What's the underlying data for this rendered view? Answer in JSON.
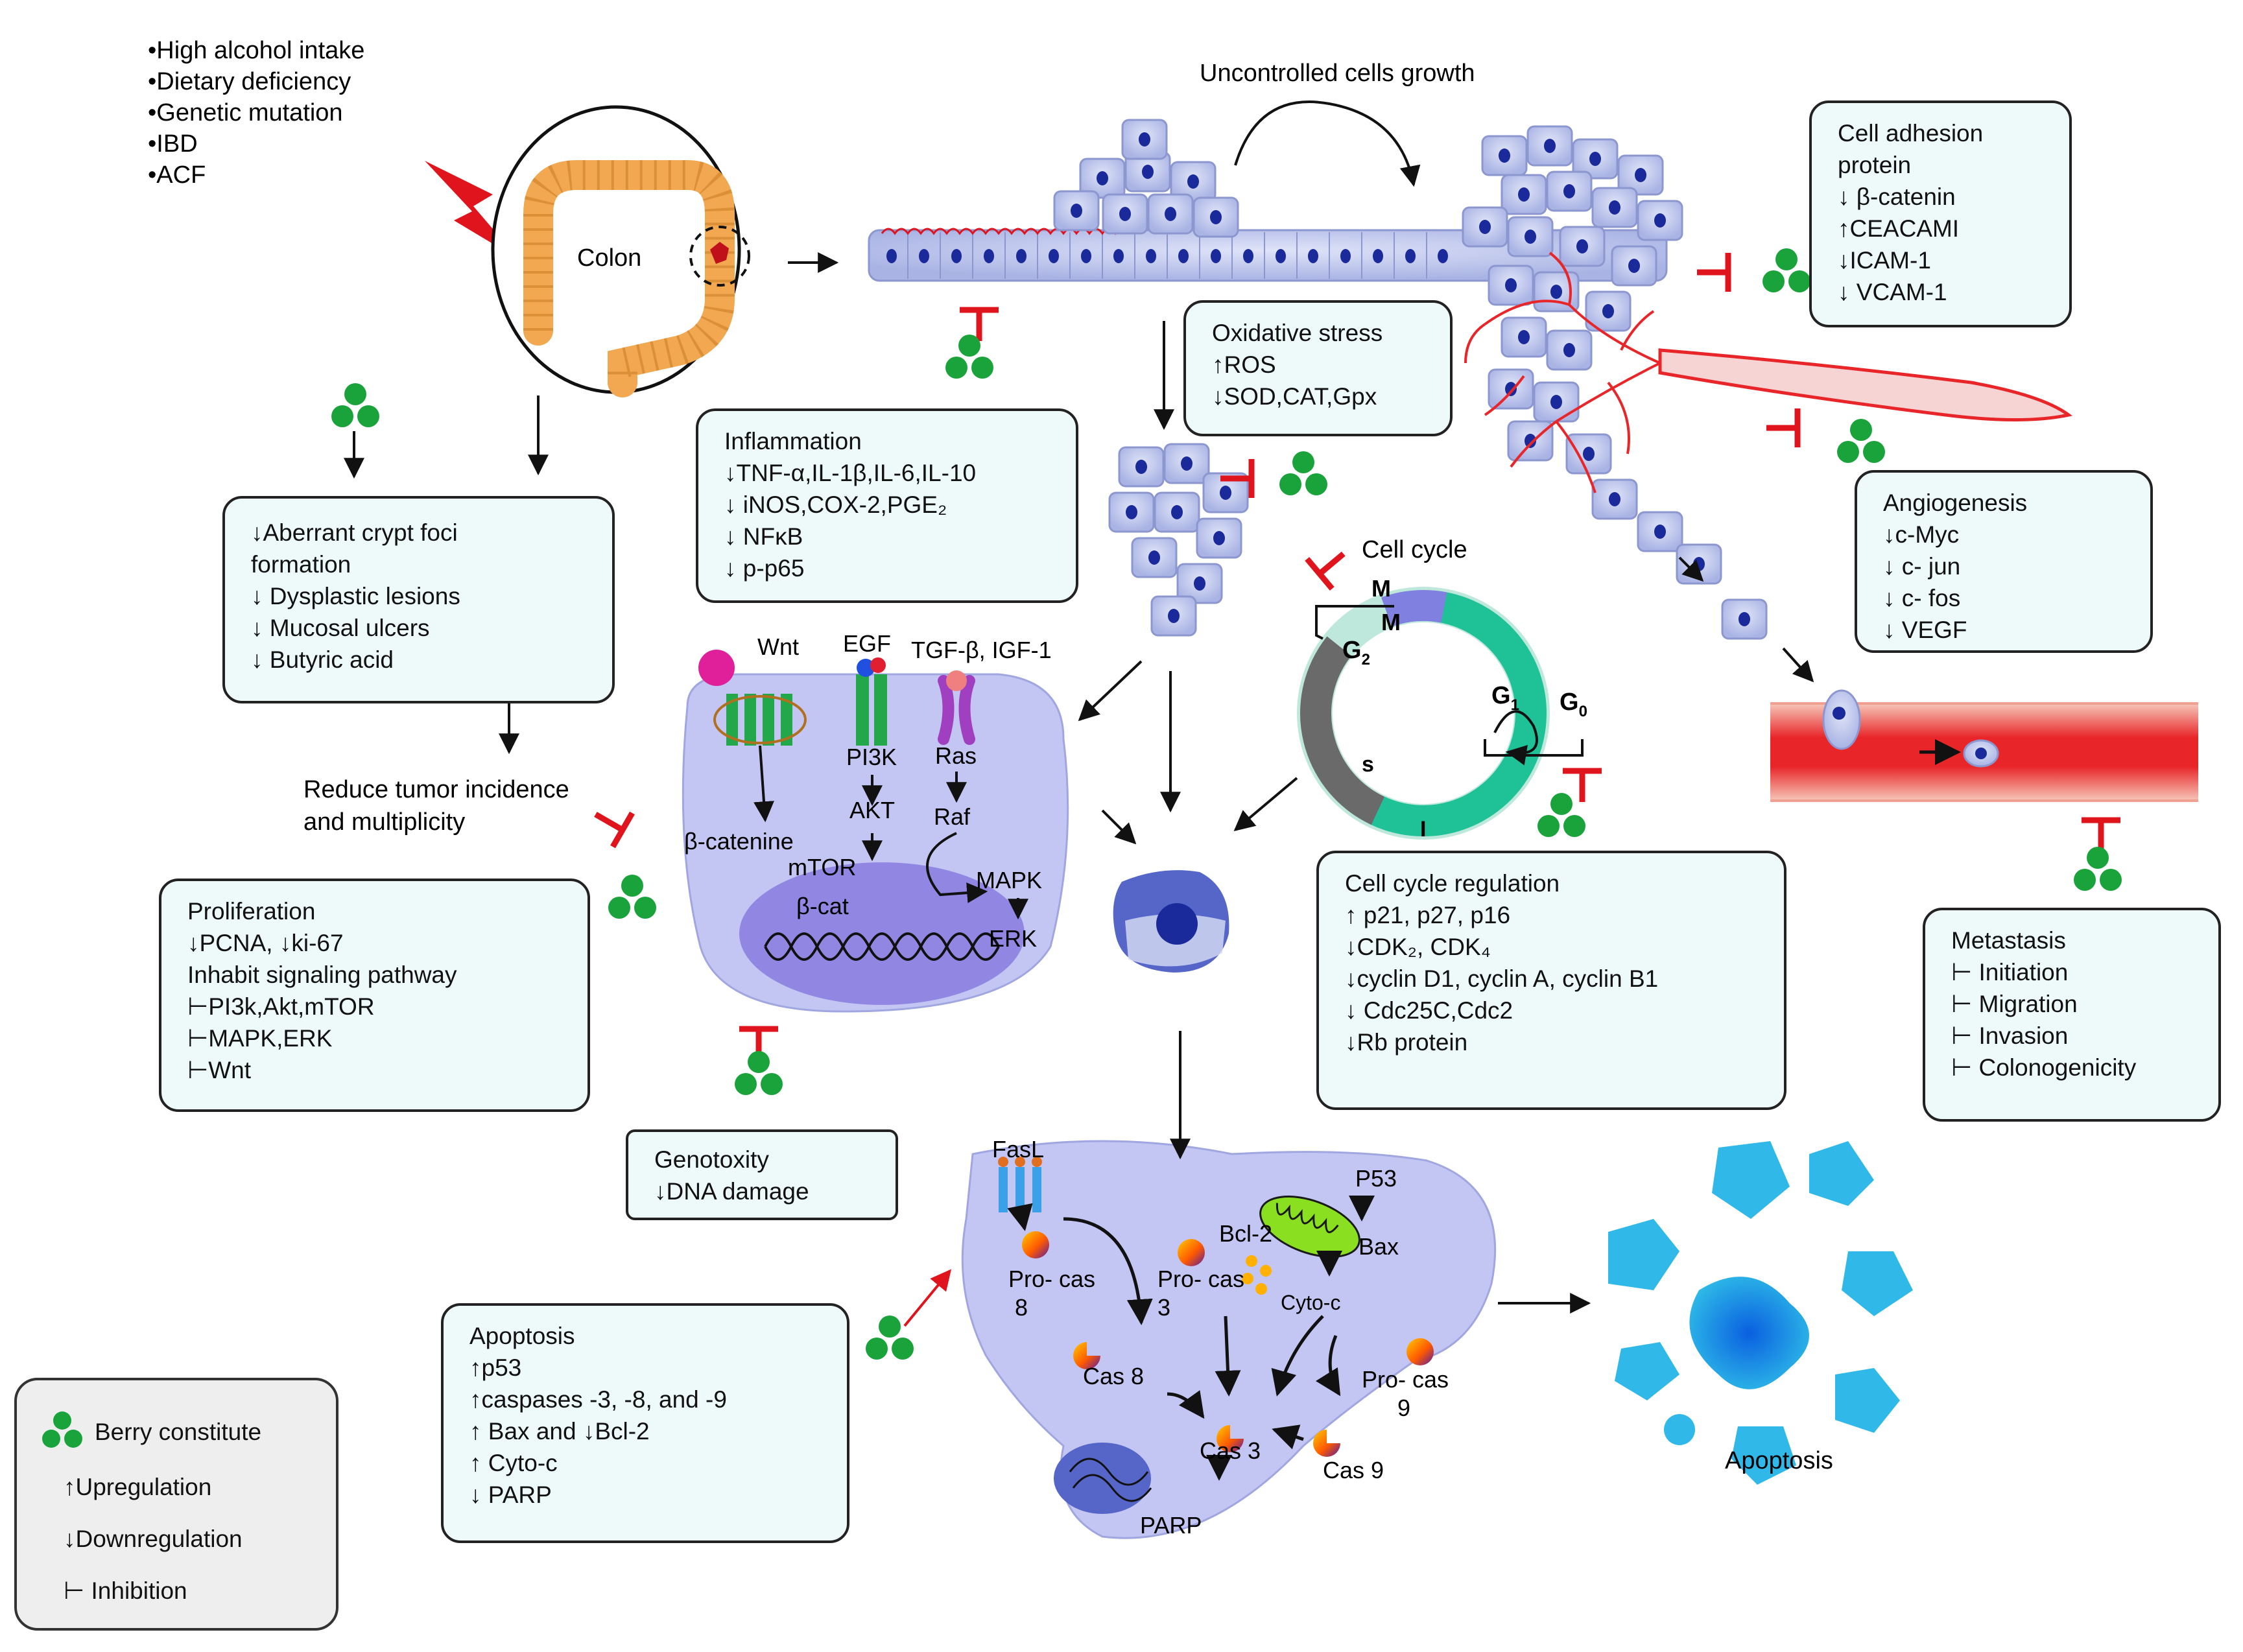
{
  "risk_factors": [
    "•High alcohol intake",
    "•Dietary deficiency",
    "•Genetic mutation",
    "•IBD",
    "•ACF"
  ],
  "labels": {
    "colon": "Colon",
    "uncontrolled_growth": "Uncontrolled  cells growth",
    "reduce_tumor_1": "Reduce tumor incidence",
    "reduce_tumor_2": "and multiplicity",
    "apoptosis_cells": "Apoptosis",
    "wnt": "Wnt",
    "egf": "EGF",
    "tgf": "TGF-β, IGF-1",
    "pi3k": "PI3K",
    "ras": "Ras",
    "akt": "AKT",
    "raf": "Raf",
    "mtor": "mTOR",
    "mapk": "MAPK",
    "erk": "ERK",
    "beta_catenine": "β-catenine",
    "beta_cat": "β-cat",
    "cell_cycle": "Cell cycle",
    "phase_m1": "M",
    "phase_m2": "M",
    "phase_g2": "G",
    "phase_g2_sub": "2",
    "phase_g1": "G",
    "phase_g1_sub": "1",
    "phase_g0": "G",
    "phase_g0_sub": "0",
    "phase_s": "s",
    "phase_i": "I",
    "fasl": "FasL",
    "p53": "P53",
    "bcl2": "Bcl-2",
    "bax": "Bax",
    "pro_cas8_a": "Pro- cas",
    "pro_cas8_b": "8",
    "pro_cas3_a": "Pro- cas",
    "pro_cas3_b": "3",
    "cyto_c": "Cyto-c",
    "cas8": "Cas 8",
    "pro_cas9_a": "Pro- cas",
    "pro_cas9_b": "9",
    "cas3": "Cas 3",
    "cas9": "Cas 9",
    "parp": "PARP"
  },
  "boxes": {
    "aberrant": [
      "↓Aberrant crypt foci",
      "formation",
      "↓ Dysplastic lesions",
      "↓ Mucosal ulcers",
      "↓ Butyric acid"
    ],
    "inflammation": {
      "title": "Inflammation",
      "lines": [
        "↓TNF-α,IL-1β,IL-6,IL-10",
        "↓ iNOS,COX-2,PGE₂",
        "↓ NFκB",
        "↓ p-p65"
      ]
    },
    "oxidative": {
      "title": "Oxidative  stress",
      "lines": [
        "↑ROS",
        "↓SOD,CAT,Gpx"
      ]
    },
    "adhesion": {
      "title": "Cell adhesion",
      "title2": "protein",
      "lines": [
        "↓ β-catenin",
        "↑CEACAMI",
        "↓ICAM-1",
        "↓ VCAM-1"
      ]
    },
    "angiogenesis": {
      "title": "Angiogenesis",
      "lines": [
        "↓c-Myc",
        "↓ c- jun",
        "↓ c- fos",
        "↓ VEGF"
      ]
    },
    "proliferation": {
      "title": "Proliferation",
      "lines": [
        "↓PCNA, ↓ki-67",
        "Inhabit signaling pathway",
        "⊢PI3k,Akt,mTOR",
        "⊢MAPK,ERK",
        "⊢Wnt"
      ]
    },
    "genotoxity": {
      "title": "Genotoxity",
      "lines": [
        "↓DNA damage"
      ]
    },
    "cell_cycle_reg": {
      "title": "Cell cycle regulation",
      "lines": [
        "↑ p21, p27, p16",
        "↓CDK₂, CDK₄",
        "↓cyclin D1, cyclin A, cyclin B1",
        "↓ Cdc25C,Cdc2",
        "↓Rb protein"
      ]
    },
    "metastasis": {
      "title": "Metastasis",
      "lines": [
        "⊢ Initiation",
        "⊢  Migration",
        "⊢ Invasion",
        "⊢ Colonogenicity"
      ]
    },
    "apoptosis": {
      "title": "Apoptosis",
      "lines": [
        "↑p53",
        "↑caspases -3, -8, and -9",
        "↑ Bax and ↓Bcl-2",
        "↑ Cyto-c",
        "↓ PARP"
      ]
    }
  },
  "legend": {
    "berry": "Berry constitute",
    "up": "↑Upregulation",
    "down": "↓Downregulation",
    "inhibit": "⊢ Inhibition"
  },
  "colors": {
    "berry": "#1aa33a",
    "inhibit": "#e0141c",
    "box_fill": "#eefafa",
    "cell": "#b6bfe8",
    "nucleus": "#1a2a9a",
    "vessel": "#e8262a",
    "colon": "#f2a850",
    "apoptotic": "#1a8fe0"
  }
}
